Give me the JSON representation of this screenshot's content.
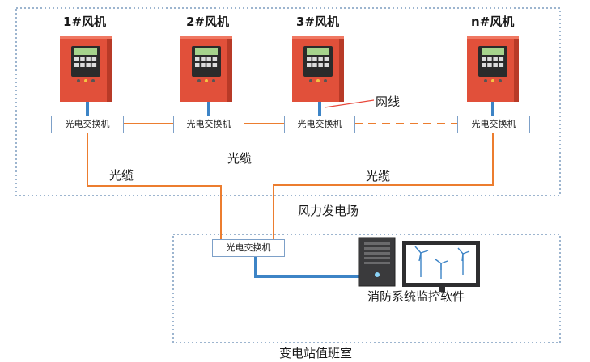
{
  "turbines": [
    {
      "label": "1#风机"
    },
    {
      "label": "2#风机"
    },
    {
      "label": "3#风机"
    },
    {
      "label": "n#风机"
    }
  ],
  "switch_label": "光电交换机",
  "labels": {
    "network_cable": "网线",
    "fiber_cable": "光缆",
    "wind_farm": "风力发电场",
    "substation_room": "变电站值班室",
    "monitor_software": "消防系统监控软件"
  },
  "colors": {
    "cabinet": "#e1503a",
    "fiber": "#ec7d2f",
    "network": "#3d84c6",
    "region_border": "#9db5cf",
    "lcd": "#a6d38c"
  }
}
